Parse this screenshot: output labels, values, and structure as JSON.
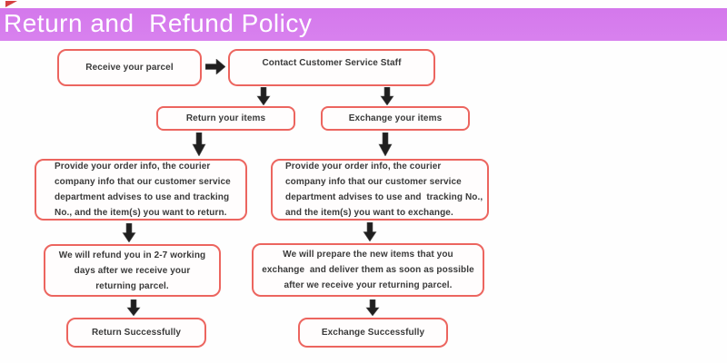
{
  "header": {
    "title": "Return and  Refund Policy",
    "bar_color": "#d67bee",
    "title_color": "#ffffff"
  },
  "flowchart": {
    "colors": {
      "box_border": "#ec655f",
      "box_fill": "#fffdfd",
      "arrow": "#1f1f1f",
      "text": "#3a3a3a"
    },
    "boxes": {
      "receive": "Receive your parcel",
      "contact": "Contact Customer Service Staff",
      "return_items": "Return your items",
      "exchange_items": "Exchange your items",
      "provide_return": "Provide your order info, the courier\ncompany info that our customer service\ndepartment advises to use and tracking\nNo., and the item(s) you want to return.",
      "provide_exchange": "Provide your order info, the courier\ncompany info that our customer service\ndepartment advises to use and  tracking No.,\nand the item(s) you want to exchange.",
      "refund": "We will refund you in 2-7 working\ndays after we receive your\nreturning parcel.",
      "prepare": "We will prepare the new items that you\nexchange  and deliver them as soon as possible\nafter we receive your returning parcel.",
      "return_success": "Return Successfully",
      "exchange_success": "Exchange Successfully"
    }
  }
}
